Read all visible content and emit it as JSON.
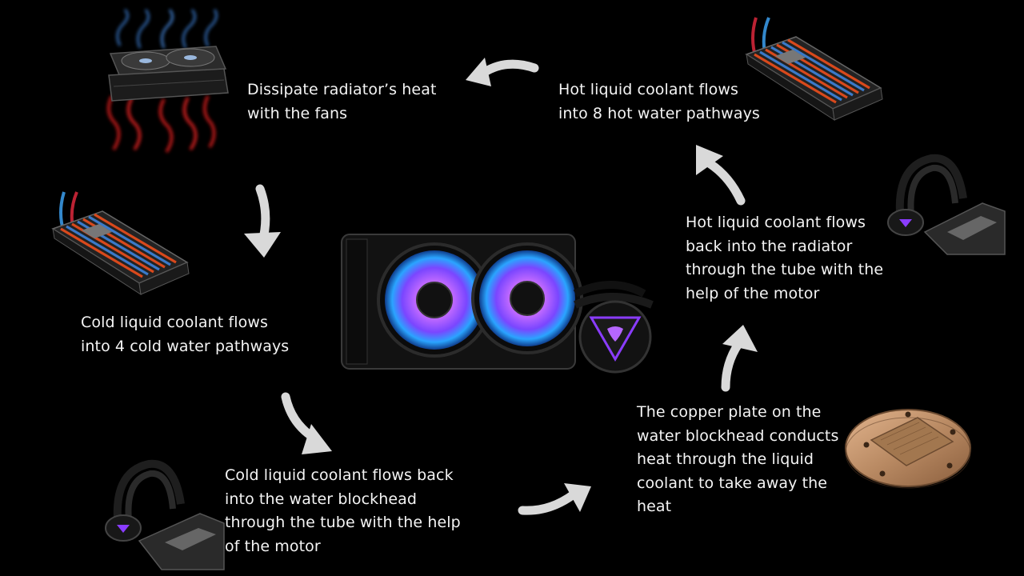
{
  "steps": [
    {
      "id": "dissipate",
      "text": "Dissipate radiator’s heat\nwith the fans"
    },
    {
      "id": "hot-pathways",
      "text": "Hot liquid coolant flows\ninto 8 hot water pathways"
    },
    {
      "id": "hot-back",
      "text": "Hot liquid coolant flows\nback into the radiator\nthrough the tube with the\nhelp of the motor"
    },
    {
      "id": "cold-pathways",
      "text": "Cold liquid coolant flows\ninto 4 cold water pathways"
    },
    {
      "id": "cold-back",
      "text": "Cold liquid coolant flows back\ninto the water blockhead\nthrough the tube with the help\nof the motor"
    },
    {
      "id": "copper",
      "text": "The copper plate on the\nwater blockhead conducts\nheat through the liquid\ncoolant to take away the\nheat"
    }
  ],
  "colors": {
    "background": "#000000",
    "text": "#f4f4f4",
    "arrow": "#d9d9d9",
    "hot": "#d8491c",
    "cold": "#3a79c9",
    "copper": "#b98a63"
  },
  "icons": {
    "arrow": "curved-arrow-icon",
    "fans": "radiator-fans-icon",
    "radiator": "radiator-pathways-icon",
    "pump": "pump-block-icon",
    "cooler": "aio-cooler-icon",
    "copper": "copper-plate-icon"
  }
}
